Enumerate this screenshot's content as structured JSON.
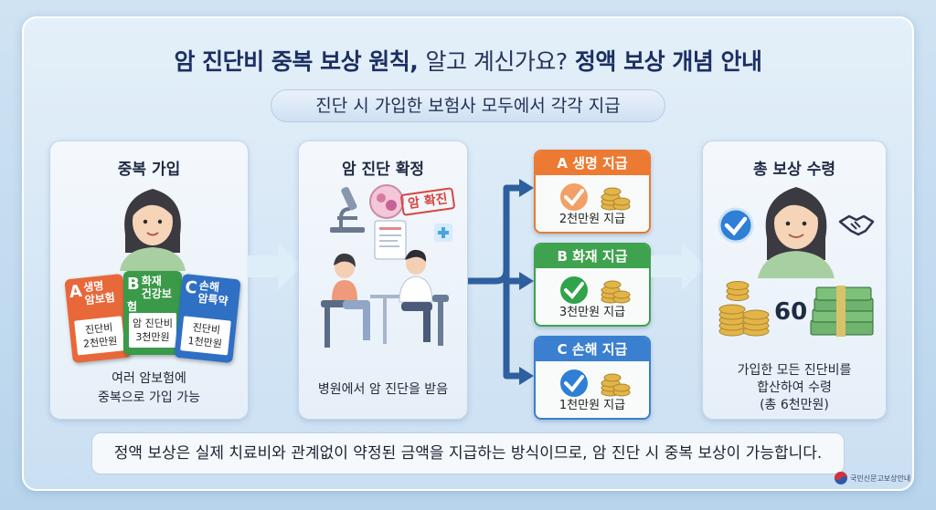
{
  "title": {
    "bold_part": "암 진단비 중복 보상 원칙,",
    "thin_part": "알고 계신가요?",
    "bold_part2": "정액 보상 개념 안내"
  },
  "subtitle": "진단 시 가입한 보험사 모두에서 각각 지급",
  "card1": {
    "title": "중복 가입",
    "caption_line1": "여러 암보험에",
    "caption_line2": "중복으로 가입 가능",
    "insurance": [
      {
        "letter": "A",
        "name_line1": "생명",
        "name_line2": "암보험",
        "body_line1": "진단비",
        "body_line2": "2천만원",
        "color": "#e8683a"
      },
      {
        "letter": "B",
        "name_line1": "화재",
        "name_line2": "건강보험",
        "body_line1": "암 진단비",
        "body_line2": "3천만원",
        "color": "#3a9a4a"
      },
      {
        "letter": "C",
        "name_line1": "손해",
        "name_line2": "암특약",
        "body_line1": "진단비",
        "body_line2": "1천만원",
        "color": "#2f6fc4"
      }
    ]
  },
  "card2": {
    "title": "암 진단 확정",
    "stamp": "암 확진",
    "caption": "병원에서 암 진단을 받음"
  },
  "payments": [
    {
      "head": "A 생명 지급",
      "amount": "2천만원 지급",
      "color": "#ec7a33"
    },
    {
      "head": "B 화재 지급",
      "amount": "3천만원 지급",
      "color": "#3fa24e"
    },
    {
      "head": "C 손해 지급",
      "amount": "1천만원 지급",
      "color": "#3a7fd0"
    }
  ],
  "card4": {
    "title": "총 보상 수령",
    "total_number": "60",
    "caption_line1": "가입한 모든 진단비를",
    "caption_line2": "합산하여 수령",
    "caption_line3": "(총 6천만원)"
  },
  "footer": "정액 보상은 실제 치료비와 관계없이 약정된 금액을 지급하는 방식이므로, 암 진단 시 중복 보상이 가능합니다.",
  "logo_text": "국민신문고보상안내",
  "colors": {
    "title_navy": "#1c2f63",
    "arrow_blue": "#2e5f9e",
    "check_green": "#2fa44a",
    "check_blue": "#2f7fd6"
  }
}
